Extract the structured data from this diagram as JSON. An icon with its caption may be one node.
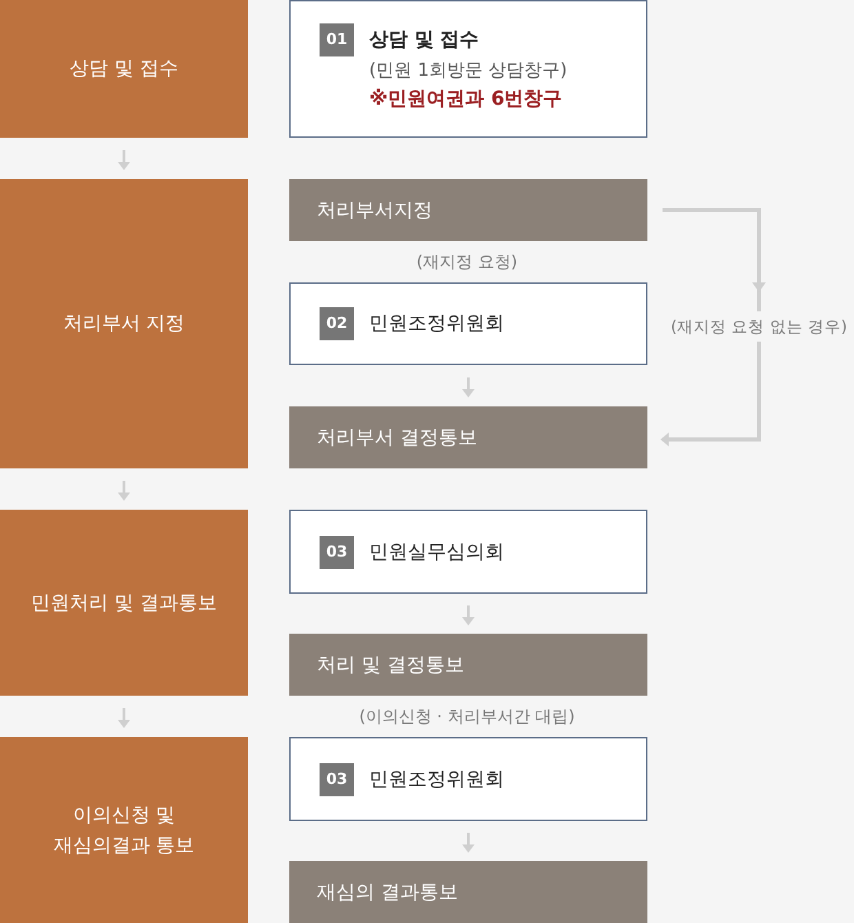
{
  "diagram": {
    "nodes": [
      {
        "text": [
          "상담 및 접수"
        ]
      },
      {
        "text": [
          "01",
          "상담 및 접수",
          "(민원 1회방문 상담창구)",
          "※민원여권과 6번창구"
        ]
      },
      {
        "text": [
          "처리부서 지정"
        ]
      },
      {
        "text": [
          "처리부서지정"
        ]
      },
      {
        "text": [
          "02",
          "민원조정위원회"
        ]
      },
      {
        "text": [
          "처리부서 결정통보"
        ]
      },
      {
        "text": [
          "민원처리 및 결과통보"
        ]
      },
      {
        "text": [
          "03",
          "민원실무심의회"
        ]
      },
      {
        "text": [
          "처리 및 결정통보"
        ]
      },
      {
        "text": [
          "이의신청 및 재심의결과 통보"
        ]
      },
      {
        "text": [
          "03",
          "민원조정위원회"
        ]
      },
      {
        "text": [
          "재심의 결과통보"
        ]
      }
    ],
    "edges": [
      {
        "from": 0,
        "to": 2,
        "arrow": "to"
      },
      {
        "from": 2,
        "to": 6,
        "arrow": "to"
      },
      {
        "from": 6,
        "to": 9,
        "arrow": "to"
      },
      {
        "from": 3,
        "to": 5,
        "arrow": "to",
        "label": "(재지정 요청 없는 경우)"
      },
      {
        "from": 4,
        "to": 5,
        "arrow": "to"
      },
      {
        "from": 7,
        "to": 8,
        "arrow": "to"
      },
      {
        "from": 10,
        "to": 11,
        "arrow": "to"
      }
    ],
    "labels": [
      "(재지정 요청)",
      "(이의신청 · 처리부서간 대립)"
    ]
  }
}
